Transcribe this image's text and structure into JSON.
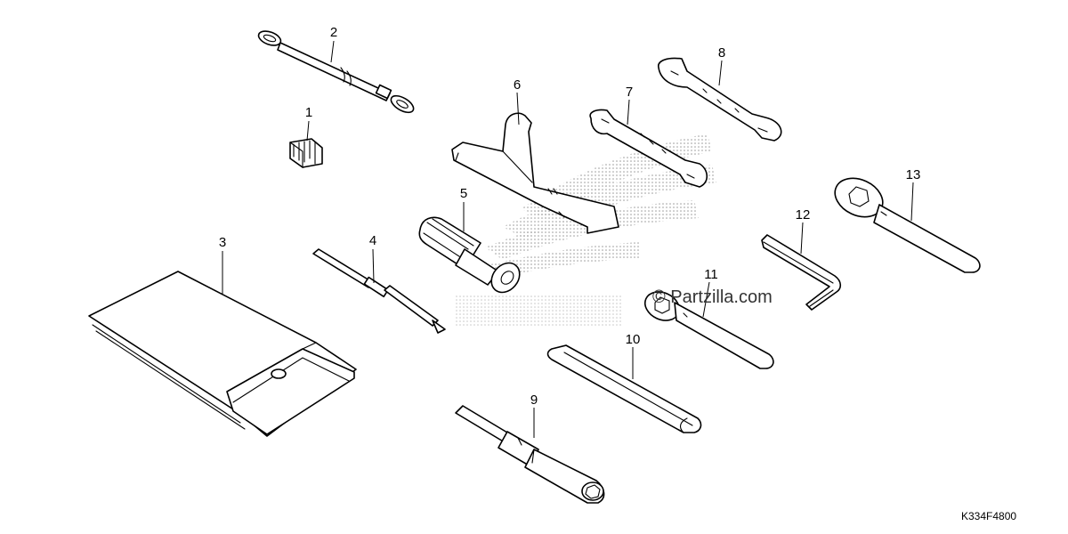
{
  "diagram": {
    "callouts": [
      "1",
      "2",
      "3",
      "4",
      "5",
      "6",
      "7",
      "8",
      "9",
      "10",
      "11",
      "12",
      "13"
    ],
    "watermark": "© Partzilla.com",
    "drawing_code": "K334F4800"
  }
}
